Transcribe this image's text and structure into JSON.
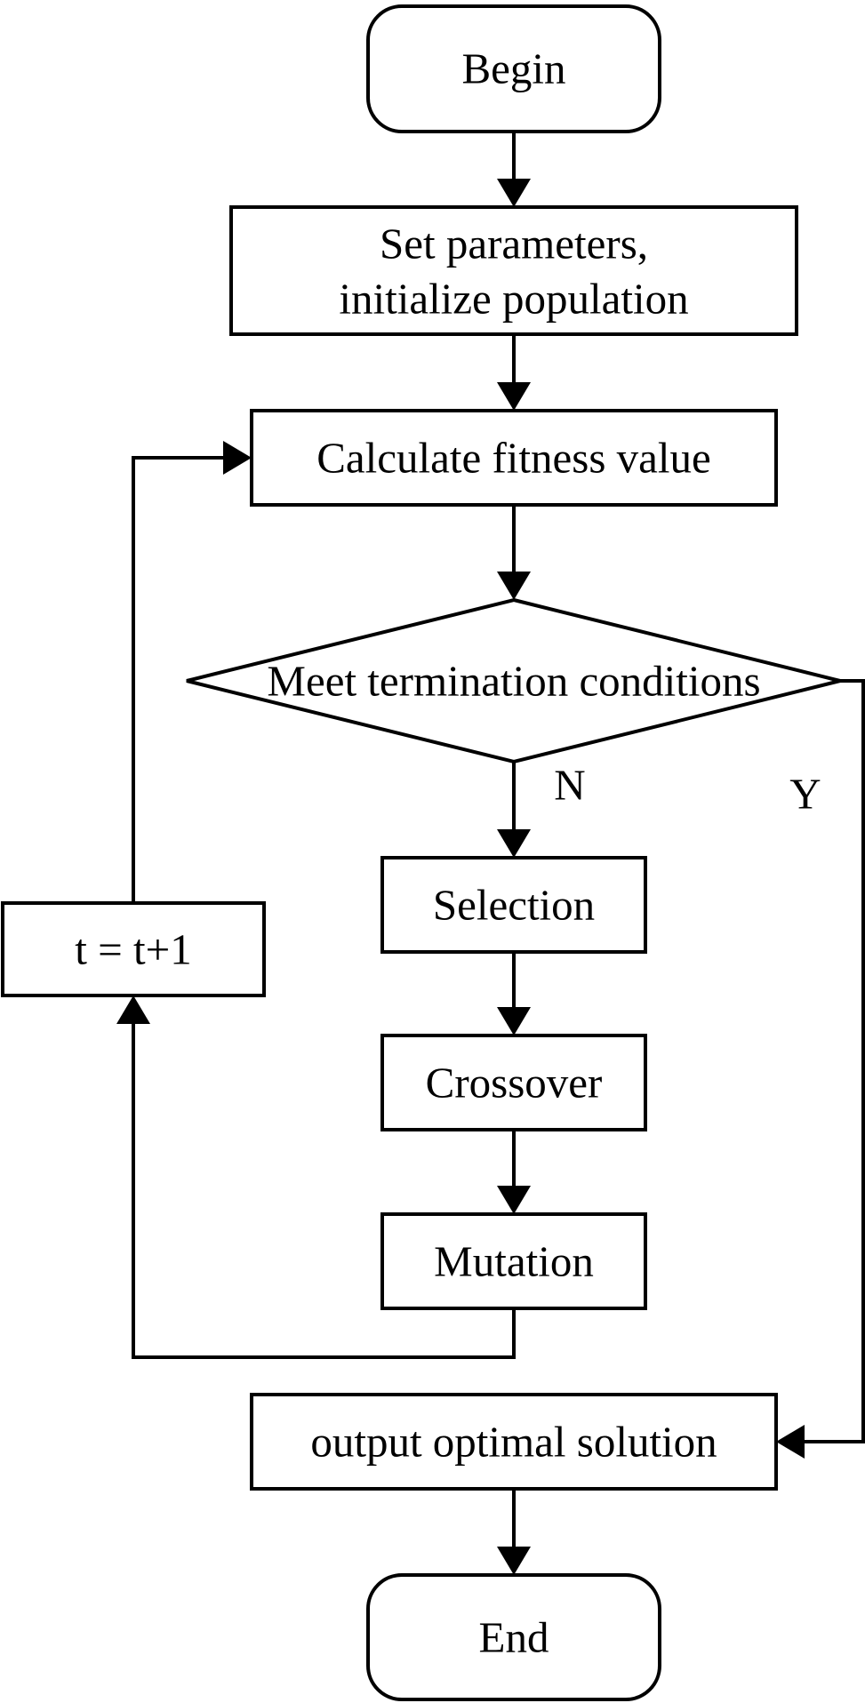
{
  "nodes": {
    "begin": "Begin",
    "set_params_line1": "Set parameters,",
    "set_params_line2": "initialize population",
    "fitness": "Calculate fitness value",
    "decision": "Meet termination conditions",
    "selection": "Selection",
    "crossover": "Crossover",
    "mutation": "Mutation",
    "increment": "t = t+1",
    "output": "output optimal solution",
    "end": "End"
  },
  "edge_labels": {
    "no": "N",
    "yes": "Y"
  }
}
